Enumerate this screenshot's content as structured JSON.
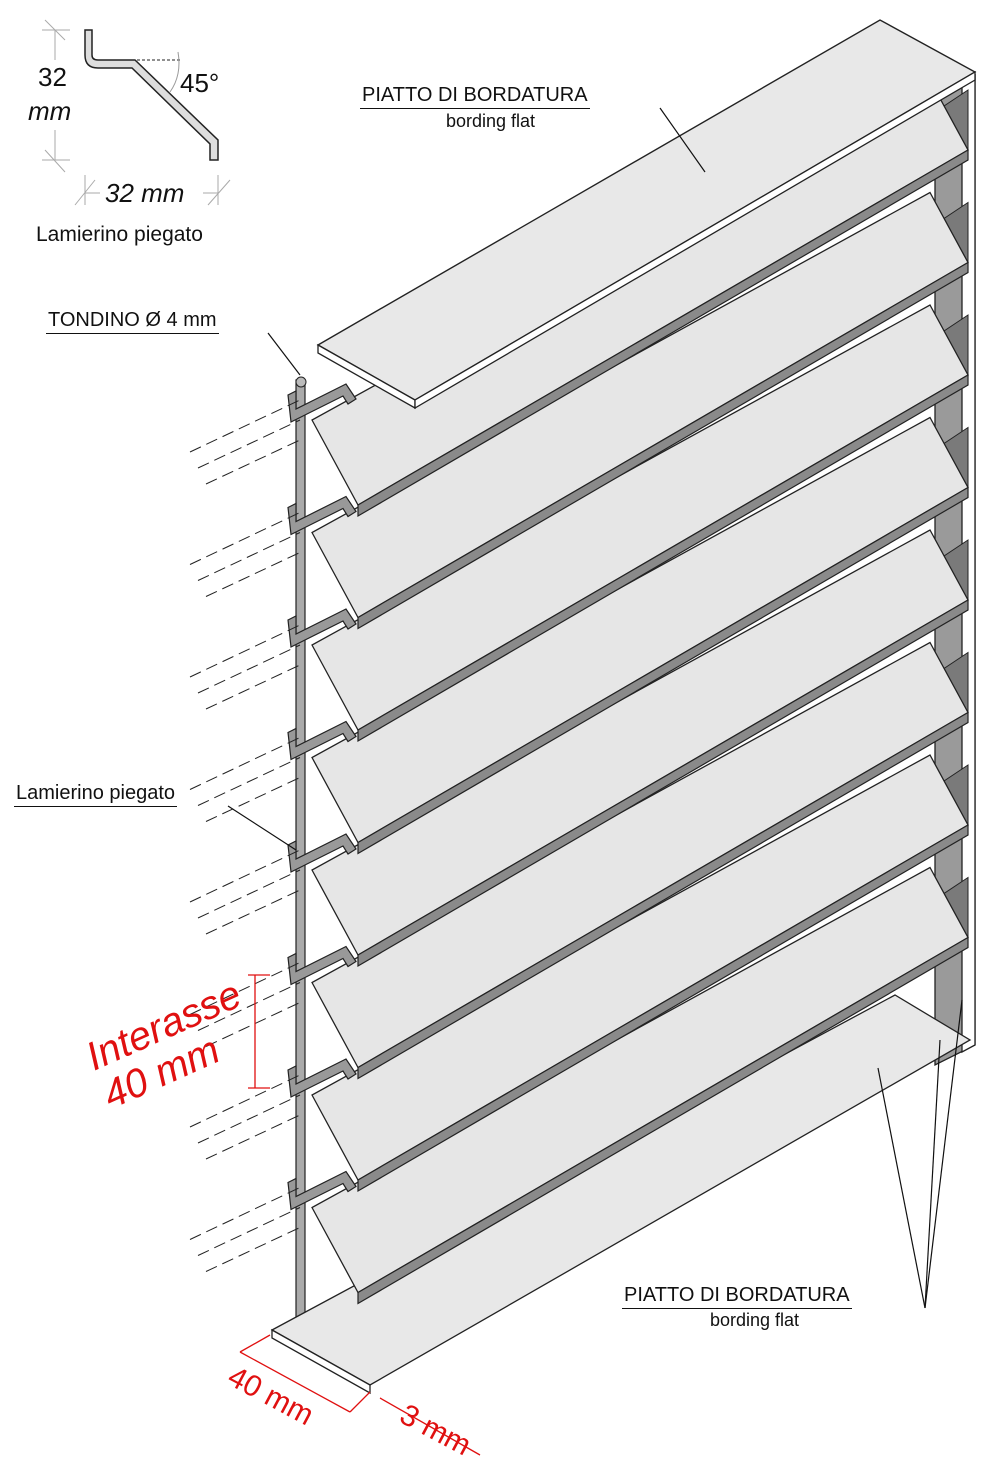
{
  "profile_detail": {
    "height_value": "32",
    "height_unit": "mm",
    "width_label": "32 mm",
    "angle_label": "45°",
    "caption": "Lamierino piegato"
  },
  "labels": {
    "top_flat_it": "PIATTO DI BORDATURA",
    "top_flat_en": "bording flat",
    "rod": "TONDINO Ø 4 mm",
    "slat": "Lamierino piegato",
    "bottom_flat_it": "PIATTO DI BORDATURA",
    "bottom_flat_en": "bording flat"
  },
  "dimensions": {
    "pitch_line1": "Interasse",
    "pitch_line2": "40 mm",
    "depth": "40 mm",
    "thickness": "3 mm"
  },
  "slat_count": 8,
  "colors": {
    "face": "#e6e6e6",
    "edge": "#8a8a8a",
    "frame": "#9a9a9a",
    "accent": "#e01010"
  }
}
